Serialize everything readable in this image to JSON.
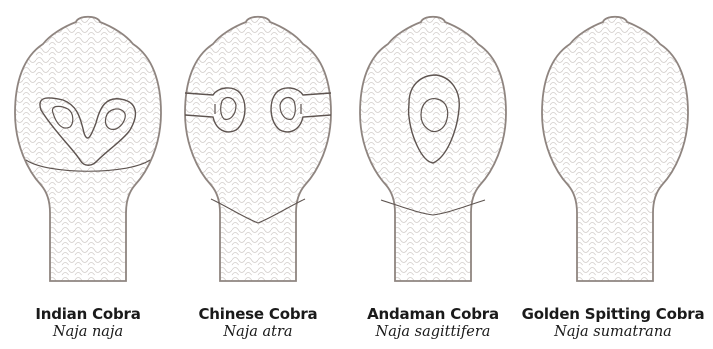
{
  "colors": {
    "outline": "#8f8580",
    "scale": "#cfcac6",
    "marking": "#5e5450",
    "background": "#ffffff"
  },
  "species": [
    {
      "common_name": "Indian Cobra",
      "scientific_name": "Naja naja",
      "marking": "spectacle"
    },
    {
      "common_name": "Chinese Cobra",
      "scientific_name": "Naja atra",
      "marking": "lateral-eyespots"
    },
    {
      "common_name": "Andaman Cobra",
      "scientific_name": "Naja sagittifera",
      "marking": "monocle"
    },
    {
      "common_name": "Golden Spitting Cobra",
      "scientific_name": "Naja sumatrana",
      "marking": "none"
    }
  ]
}
